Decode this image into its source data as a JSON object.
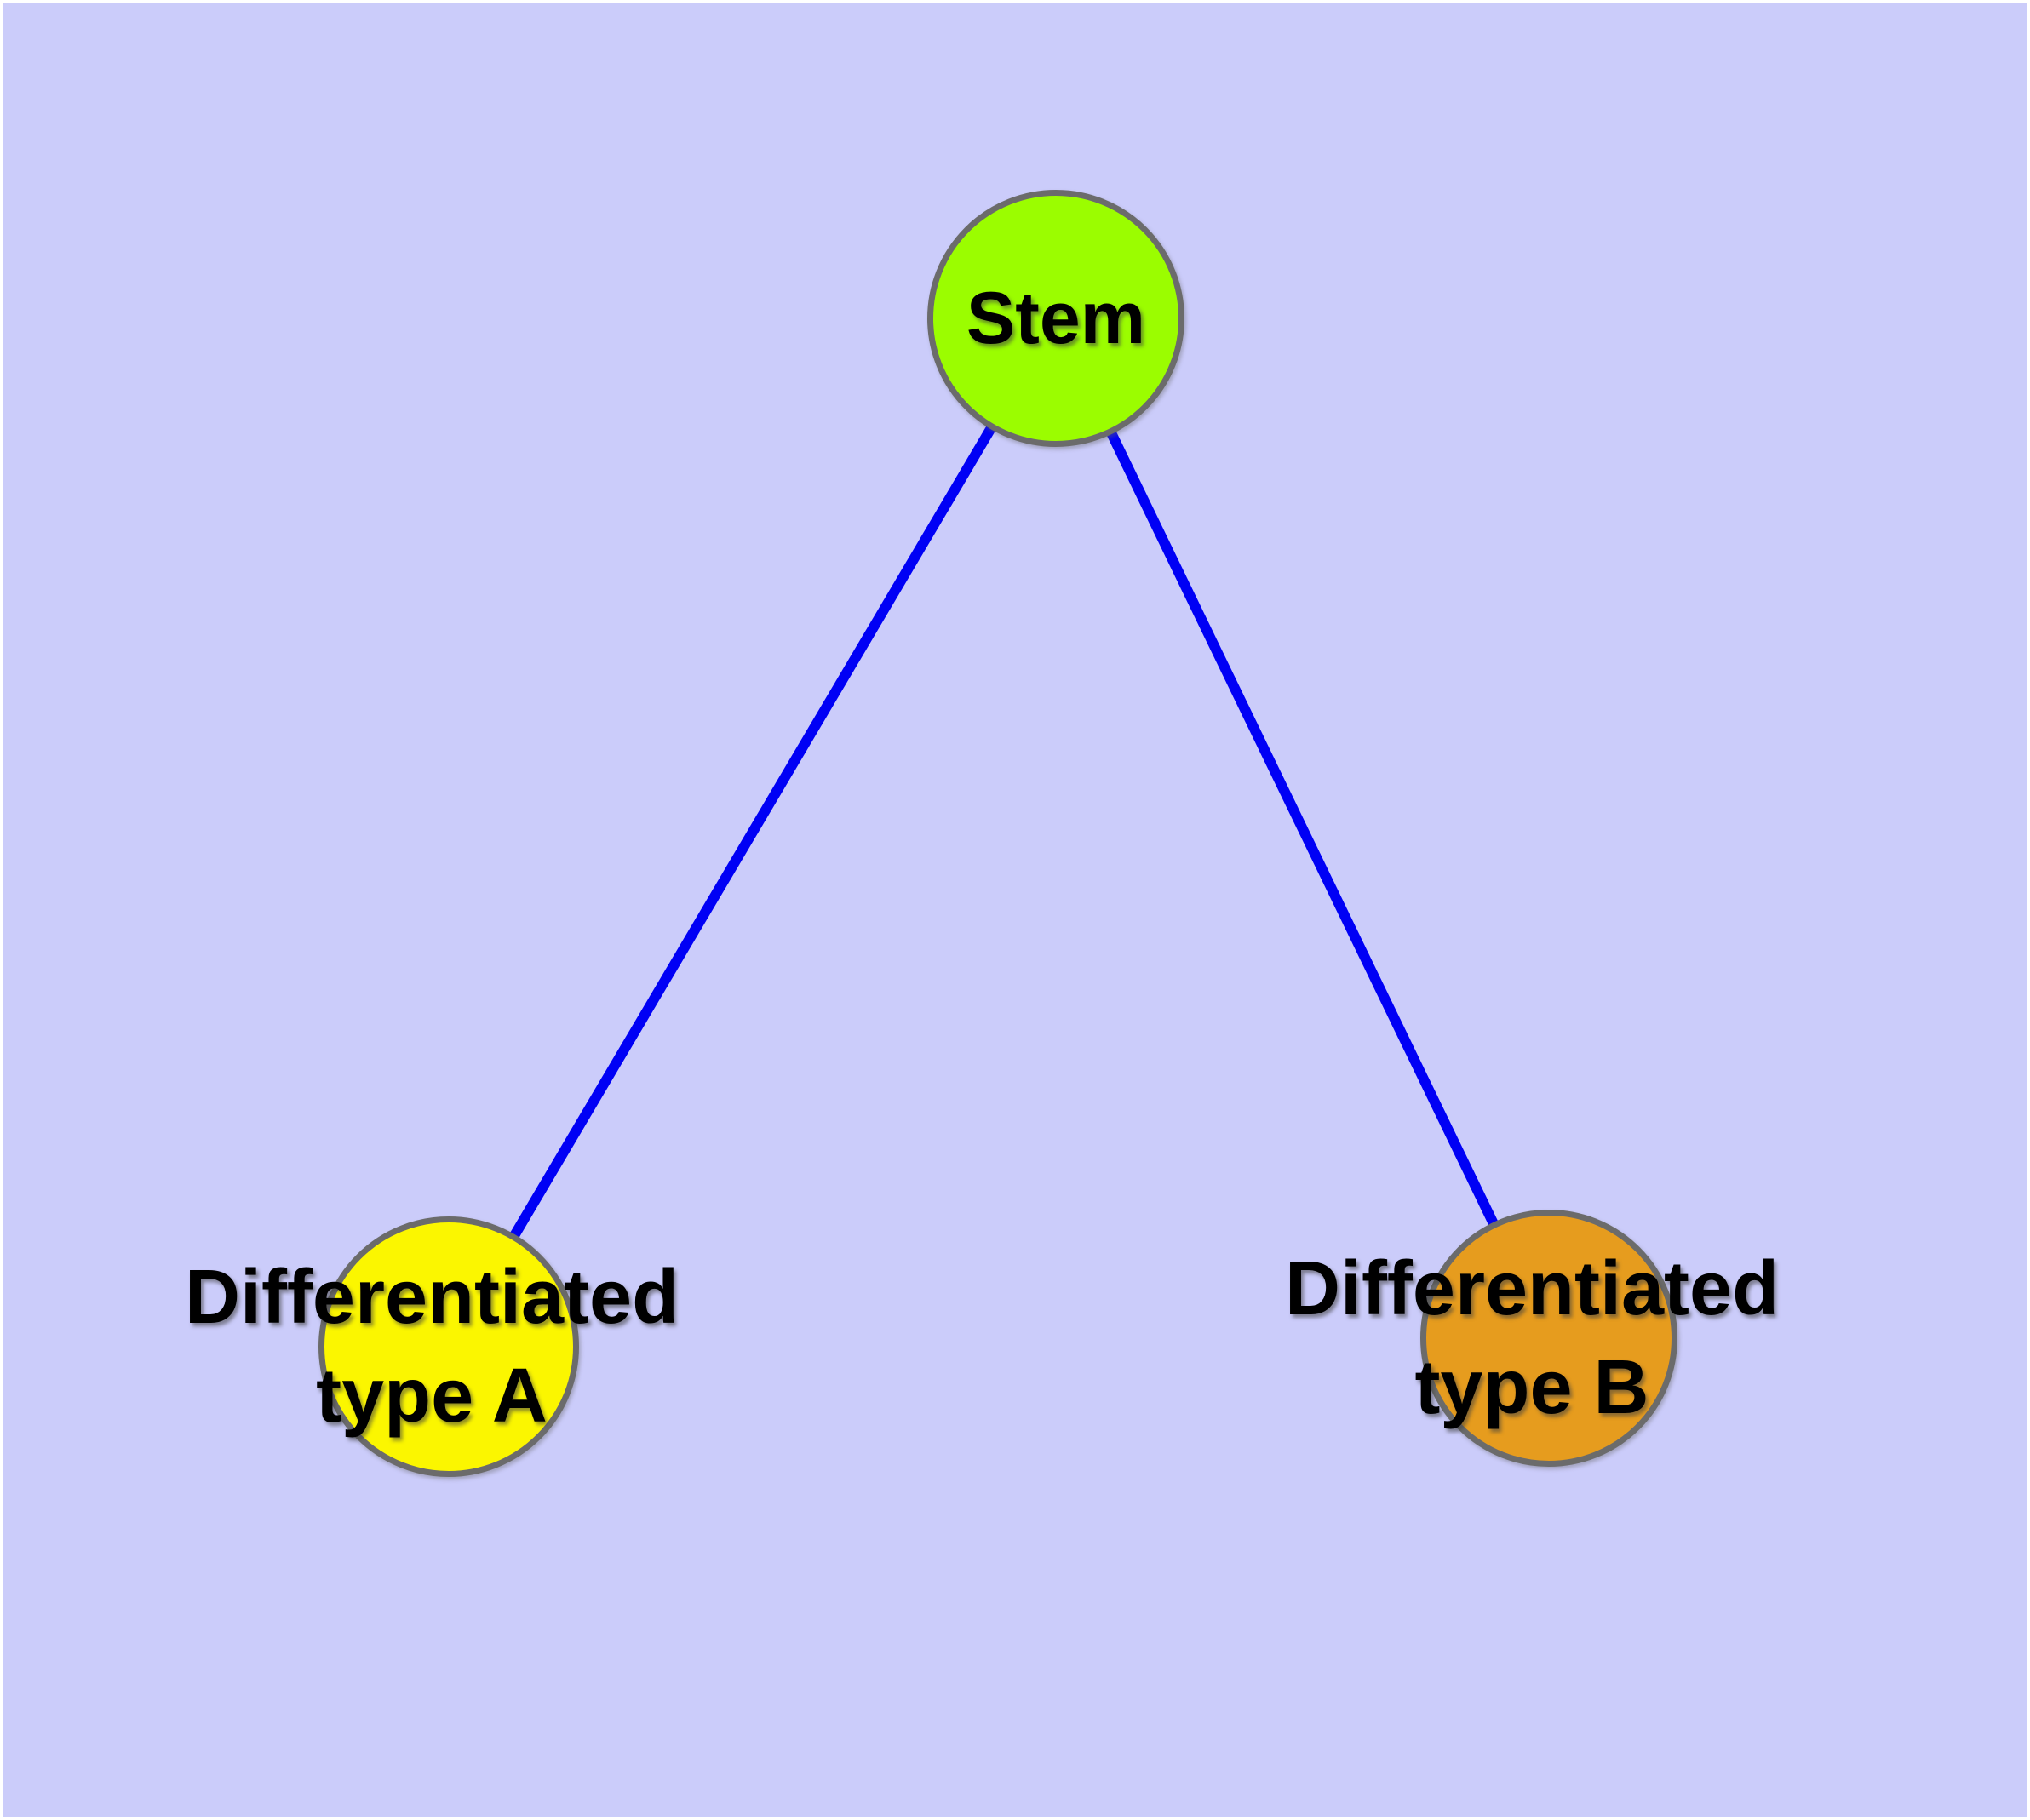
{
  "diagram": {
    "colors": {
      "background": "#CBCCFA",
      "frame": "#FFFFFF",
      "edge": "#0000F5",
      "node_border": "#6B6B6B",
      "label_text": "#000000"
    },
    "nodes": [
      {
        "id": "stem",
        "label": "Stem",
        "color": "#9BFD00"
      },
      {
        "id": "differentiated-type-a",
        "lines": [
          "Differentiated",
          "type A"
        ],
        "color": "#FBF600"
      },
      {
        "id": "differentiated-type-b",
        "lines": [
          "Differentiated",
          "type B"
        ],
        "color": "#E69C1E"
      }
    ],
    "edges": [
      {
        "from": "stem",
        "to": "differentiated-type-a",
        "color": "#0000F5"
      },
      {
        "from": "stem",
        "to": "differentiated-type-b",
        "color": "#0000F5"
      }
    ]
  }
}
